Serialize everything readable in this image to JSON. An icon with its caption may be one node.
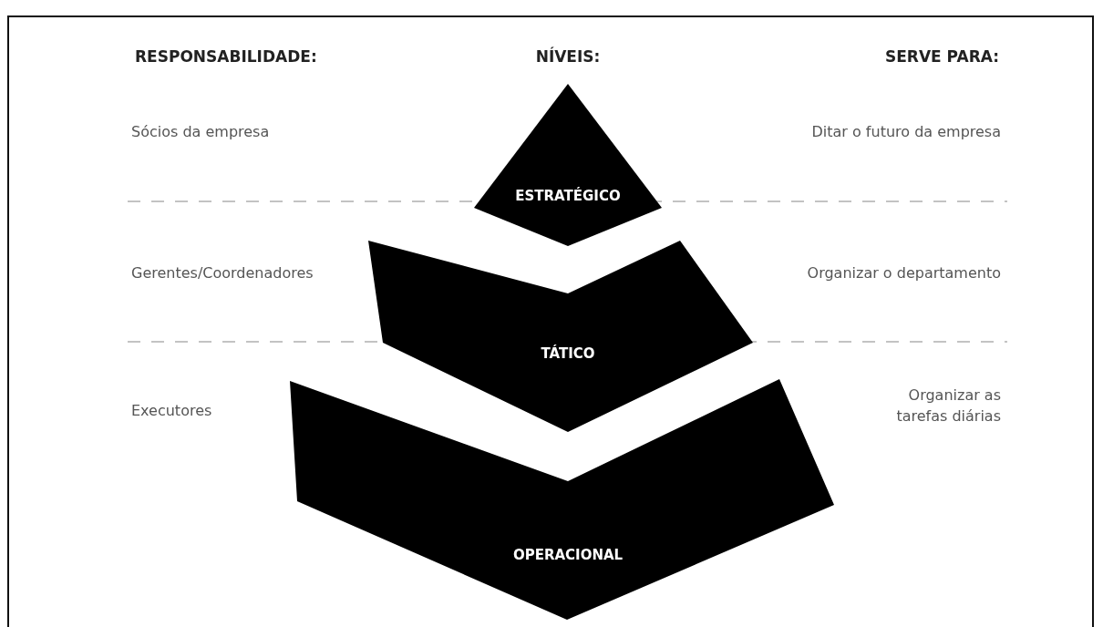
{
  "diagram": {
    "nodes": [
      {
        "text": [
          "ESTRATÉGICO"
        ]
      },
      {
        "text": [
          "TÁTICO"
        ]
      },
      {
        "text": [
          "OPERACIONAL"
        ]
      }
    ],
    "labels": [
      "RESPONSABILIDADE:",
      "NÍVEIS:",
      "SERVE PARA:",
      "Sócios da empresa",
      "Ditar o futuro da empresa",
      "Gerentes/Coordenadores",
      "Organizar o departamento",
      "Executores",
      "Organizar as tarefas diárias"
    ]
  }
}
